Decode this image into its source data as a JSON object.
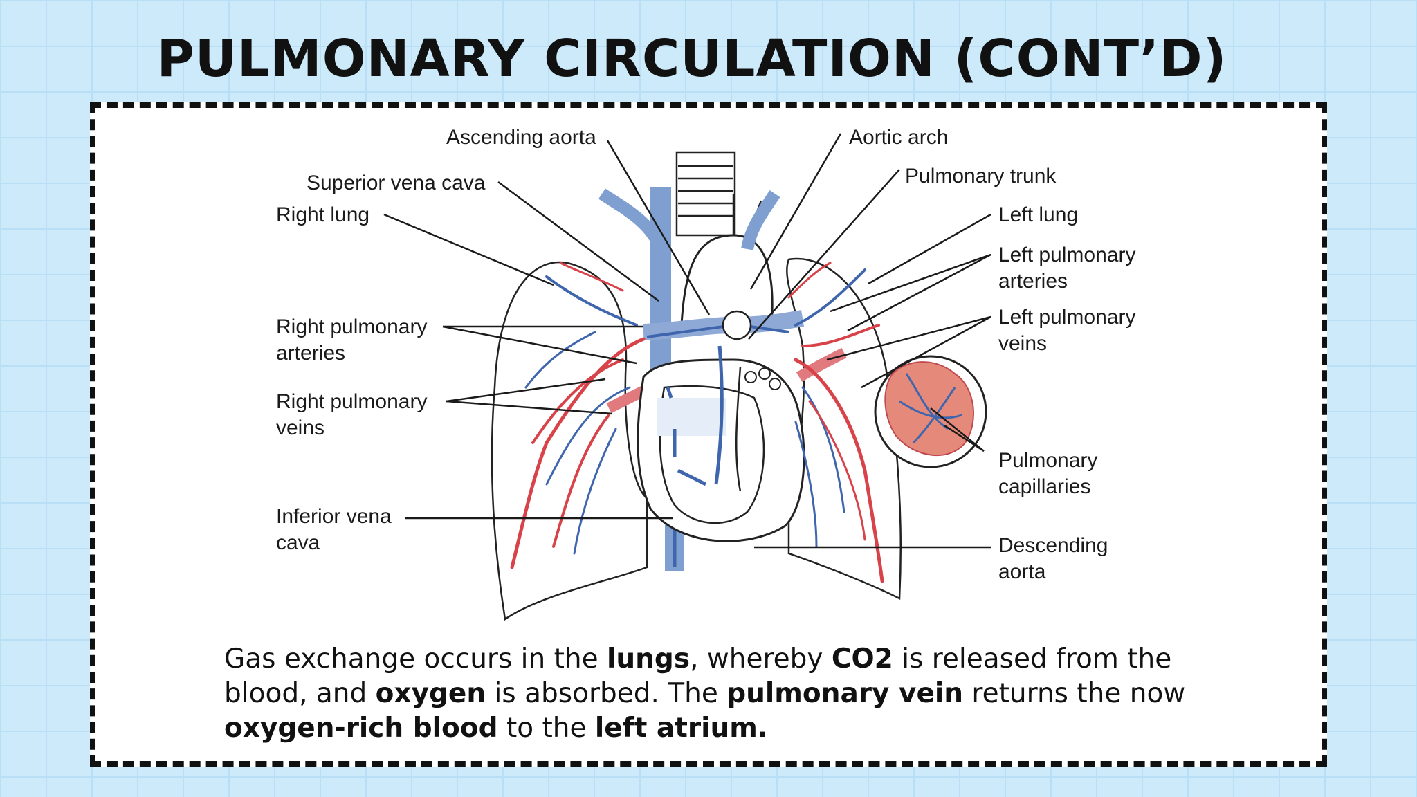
{
  "title": "PULMONARY CIRCULATION (CONT’D)",
  "labels": {
    "ascending_aorta": "Ascending aorta",
    "aortic_arch": "Aortic arch",
    "superior_vena_cava": "Superior vena cava",
    "pulmonary_trunk": "Pulmonary trunk",
    "right_lung": "Right lung",
    "left_lung": "Left lung",
    "left_pulmonary_arteries_1": "Left pulmonary",
    "left_pulmonary_arteries_2": "arteries",
    "right_pulmonary_arteries_1": "Right pulmonary",
    "right_pulmonary_arteries_2": "arteries",
    "left_pulmonary_veins_1": "Left pulmonary",
    "left_pulmonary_veins_2": "veins",
    "right_pulmonary_veins_1": "Right pulmonary",
    "right_pulmonary_veins_2": "veins",
    "pulmonary_capillaries_1": "Pulmonary",
    "pulmonary_capillaries_2": "capillaries",
    "inferior_vena_cava_1": "Inferior vena",
    "inferior_vena_cava_2": "cava",
    "descending_aorta_1": "Descending",
    "descending_aorta_2": "aorta"
  },
  "caption": {
    "l1_a": "Gas exchange occurs in the ",
    "l1_b": "lungs",
    "l1_c": ", whereby ",
    "l1_d": "CO2",
    "l1_e": " is released from the",
    "l2_a": "blood, and ",
    "l2_b": "oxygen",
    "l2_c": " is absorbed. The ",
    "l2_d": "pulmonary vein",
    "l2_e": " returns the now",
    "l3_a": "oxygen-rich blood",
    "l3_b": " to the ",
    "l3_c": "left atrium."
  },
  "colors": {
    "background": "#cdeafb",
    "card": "#ffffff",
    "vein_blue": "#3f66ad",
    "artery_red": "#d8434a"
  }
}
